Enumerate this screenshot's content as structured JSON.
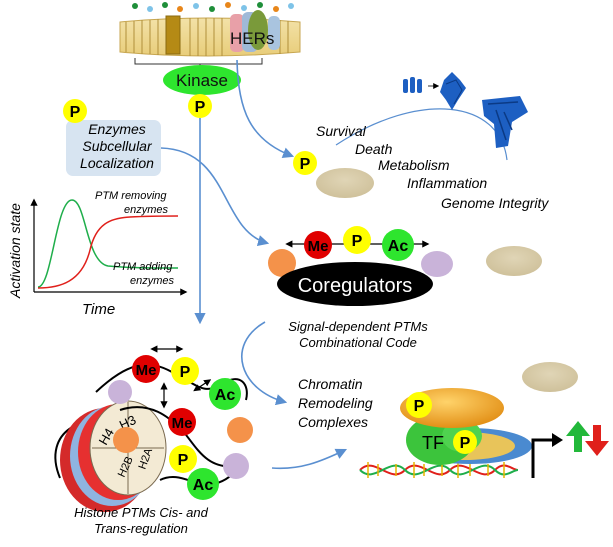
{
  "membrane": {
    "receptor_label": "HERs",
    "kinase_label": "Kinase",
    "phospho_label": "P"
  },
  "enzymes_box": {
    "lines": [
      "Enzymes",
      "Subcellular",
      "Localization"
    ]
  },
  "outcomes": {
    "items": [
      "Survival",
      "Death",
      "Metabolism",
      "Inflammation",
      "Genome Integrity"
    ]
  },
  "activation_plot": {
    "ylabel": "Activation state",
    "xlabel": "Time",
    "curve_labels": {
      "removing": [
        "PTM removing",
        "enzymes"
      ],
      "adding": [
        "PTM adding",
        "enzymes"
      ]
    },
    "colors": {
      "removing": "#e0201b",
      "adding": "#1fae4b"
    }
  },
  "coregulators": {
    "label": "Coregulators",
    "marks": [
      "Me",
      "P",
      "Ac"
    ],
    "caption": [
      "Signal-dependent PTMs",
      "Combinational Code"
    ]
  },
  "nucleosome": {
    "histones": [
      "H4",
      "H3",
      "H2B",
      "H2A"
    ],
    "marks": [
      "Me",
      "P",
      "Ac",
      "Me",
      "P",
      "Ac"
    ],
    "caption": [
      "Histone PTMs Cis- and",
      "Trans-regulation"
    ]
  },
  "chromatin": {
    "label": [
      "Chromatin",
      "Remodeling",
      "Complexes"
    ]
  },
  "transcription": {
    "tf_label": "TF",
    "phospho_label": "P"
  },
  "colors": {
    "phospho": "#ffff00",
    "methyl": "#e00000",
    "acetyl": "#2ee52e",
    "enzymes_box": "#d7e4f1",
    "arrows": "#5a8fd0",
    "tan_blob": "#d8cba8",
    "coregulator": "#000000",
    "orange_ball": "#f4924a",
    "lilac_ball": "#c9b3d9"
  }
}
